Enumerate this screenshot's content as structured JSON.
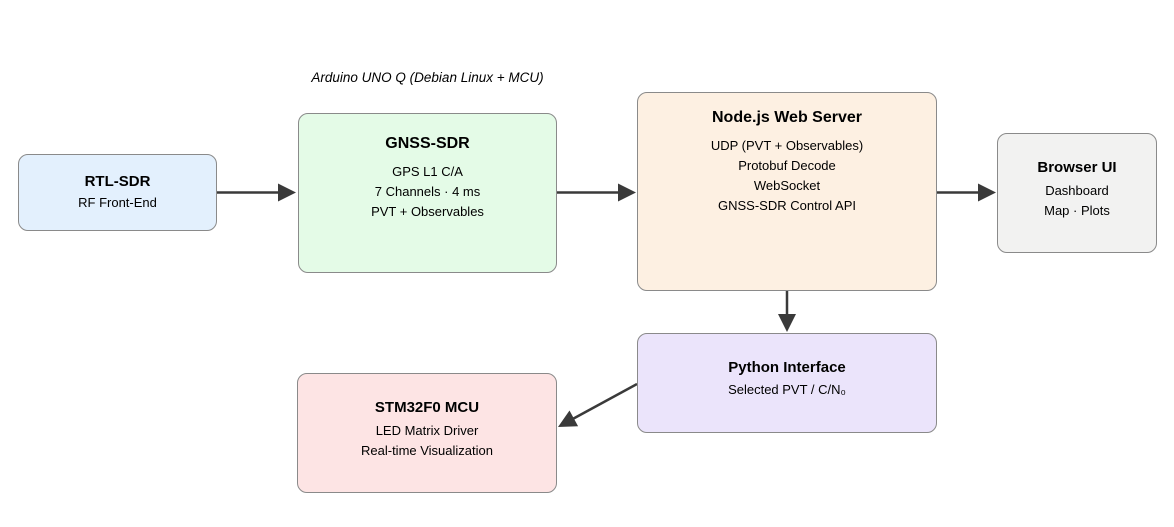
{
  "colors": {
    "arrow": "#3a3a3a",
    "box_border": "#8a8a8a",
    "background": "#ffffff"
  },
  "annotation": {
    "text": "Arduino UNO Q (Debian Linux + MCU)"
  },
  "nodes": {
    "rtl_sdr": {
      "title": "RTL-SDR",
      "lines": [
        "RF Front-End"
      ],
      "fill": "#e3f0fd"
    },
    "gnss_sdr": {
      "title": "GNSS-SDR",
      "lines": [
        "GPS L1 C/A",
        "7 Channels · 4 ms",
        "PVT + Observables"
      ],
      "fill": "#e4fbe7"
    },
    "node_web_server": {
      "title": "Node.js Web Server",
      "lines": [
        "UDP (PVT + Observables)",
        "Protobuf Decode",
        "WebSocket",
        "GNSS-SDR Control API"
      ],
      "fill": "#fdf0e2"
    },
    "browser_ui": {
      "title": "Browser UI",
      "lines": [
        "Dashboard",
        "Map · Plots"
      ],
      "fill": "#f2f2f1"
    },
    "python_interface": {
      "title": "Python Interface",
      "lines": [
        "Selected PVT / C/N₀"
      ],
      "fill": "#ebe4fb"
    },
    "stm32_mcu": {
      "title": "STM32F0 MCU",
      "lines": [
        "LED Matrix Driver",
        "Real-time Visualization"
      ],
      "fill": "#fde4e4"
    }
  },
  "edges": [
    {
      "from": "RTL-SDR",
      "to": "GNSS-SDR"
    },
    {
      "from": "GNSS-SDR",
      "to": "Node.js Web Server"
    },
    {
      "from": "Node.js Web Server",
      "to": "Browser UI"
    },
    {
      "from": "Node.js Web Server",
      "to": "Python Interface"
    },
    {
      "from": "Python Interface",
      "to": "STM32F0 MCU"
    }
  ]
}
